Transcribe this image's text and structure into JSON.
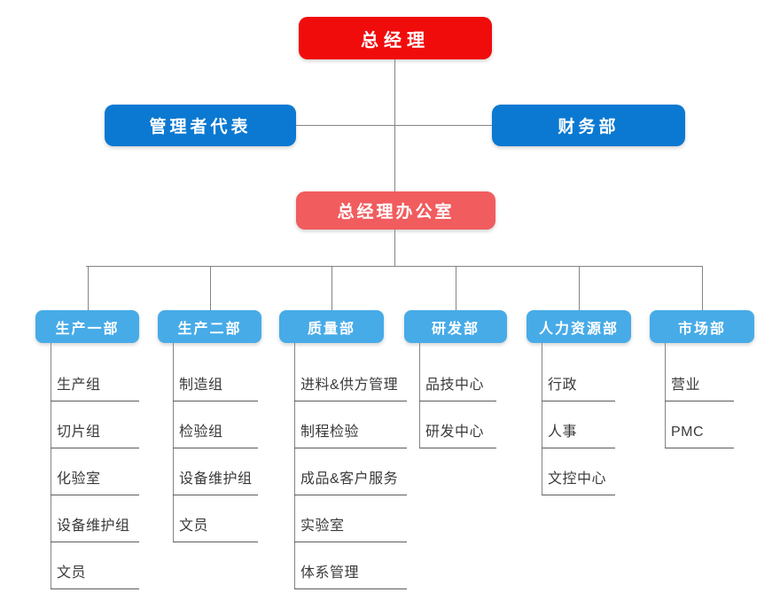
{
  "page": {
    "background": "#ffffff"
  },
  "colors": {
    "ceo_red": "#f10c0c",
    "level2_blue": "#0b79d1",
    "office_salmon": "#f15c5e",
    "dept_light_blue": "#47abe8",
    "connector_gray": "#848484",
    "underline_gray": "#5c5c5c",
    "item_text": "#3a3a3a"
  },
  "org": {
    "ceo": {
      "label": "总经理"
    },
    "level2": [
      {
        "label": "管理者代表"
      },
      {
        "label": "财务部"
      }
    ],
    "office": {
      "label": "总经理办公室"
    },
    "departments": [
      {
        "label": "生产一部",
        "children": [
          "生产组",
          "切片组",
          "化验室",
          "设备维护组",
          "文员"
        ]
      },
      {
        "label": "生产二部",
        "children": [
          "制造组",
          "检验组",
          "设备维护组",
          "文员"
        ]
      },
      {
        "label": "质量部",
        "children": [
          "进料&供方管理",
          "制程检验",
          "成品&客户服务",
          "实验室",
          "体系管理"
        ]
      },
      {
        "label": "研发部",
        "children": [
          "品技中心",
          "研发中心"
        ]
      },
      {
        "label": "人力资源部",
        "children": [
          "行政",
          "人事",
          "文控中心"
        ]
      },
      {
        "label": "市场部",
        "children": [
          "营业",
          "PMC"
        ]
      }
    ]
  }
}
